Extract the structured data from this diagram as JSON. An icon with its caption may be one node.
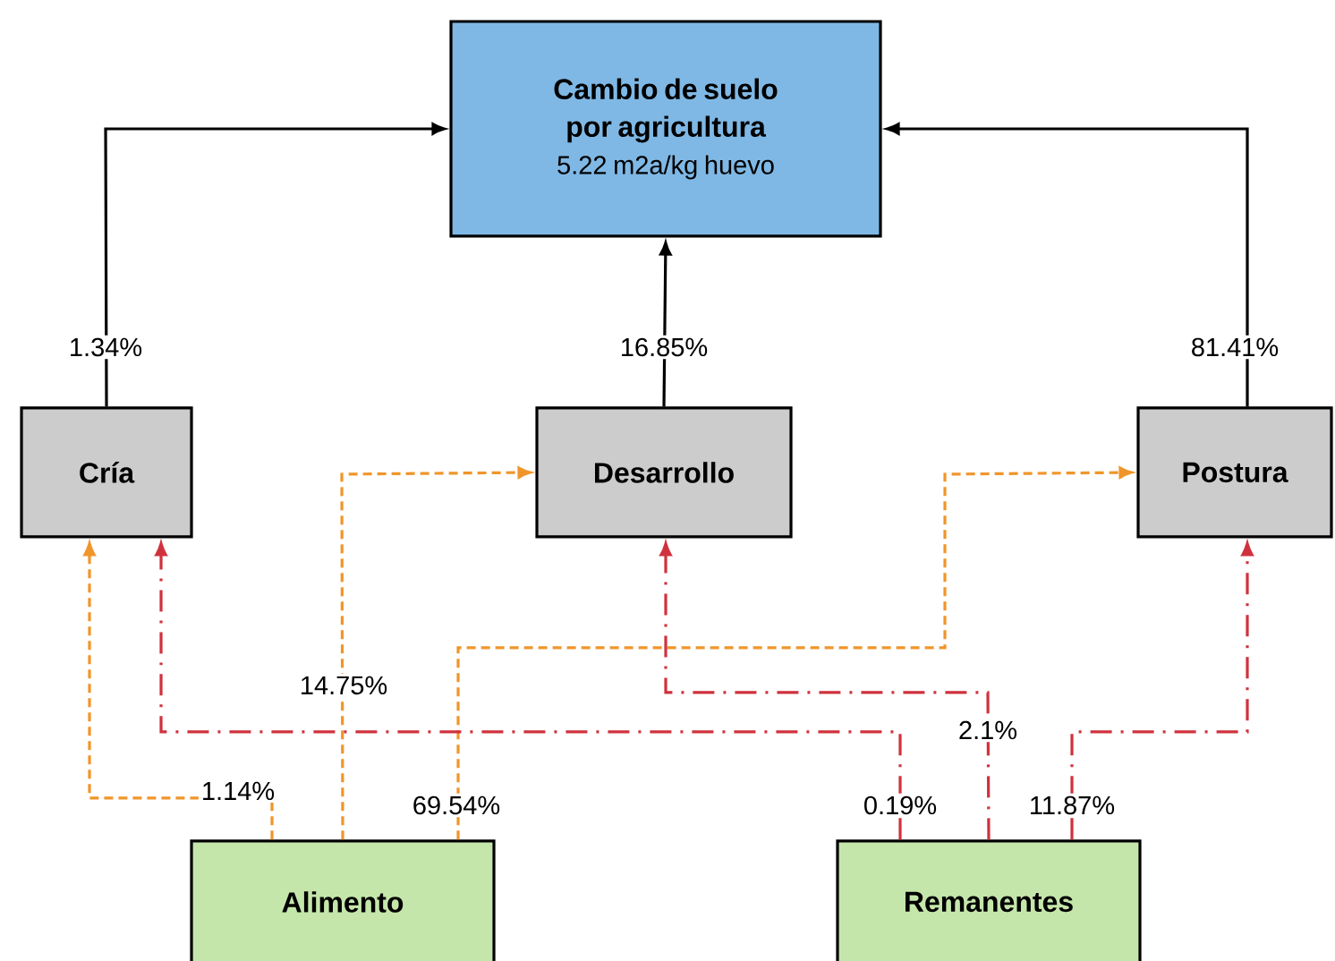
{
  "diagram": {
    "nodes": [
      {
        "text": [
          "Cambio de suelo por agricultura",
          "5.22 m2a/kg huevo"
        ]
      },
      {
        "text": [
          "Cría"
        ]
      },
      {
        "text": [
          "Desarrollo"
        ]
      },
      {
        "text": [
          "Postura"
        ]
      },
      {
        "text": [
          "Alimento"
        ]
      },
      {
        "text": [
          "Remanentes"
        ]
      }
    ],
    "edges": [
      {
        "from": 1,
        "to": 0,
        "arrow": "to",
        "label": "1.34%"
      },
      {
        "from": 2,
        "to": 0,
        "arrow": "to",
        "label": "16.85%"
      },
      {
        "from": 3,
        "to": 0,
        "arrow": "to",
        "label": "81.41%"
      },
      {
        "from": 4,
        "to": 1,
        "arrow": "to",
        "label": "1.14%",
        "style": "dashed",
        "color": "#f0952a"
      },
      {
        "from": 4,
        "to": 2,
        "arrow": "to",
        "label": "14.75%",
        "style": "dashed",
        "color": "#f0952a"
      },
      {
        "from": 4,
        "to": 3,
        "arrow": "to",
        "label": "69.54%",
        "style": "dashed",
        "color": "#f0952a"
      },
      {
        "from": 5,
        "to": 1,
        "arrow": "to",
        "label": "0.19%",
        "style": "dashed",
        "color": "#d0313d"
      },
      {
        "from": 5,
        "to": 2,
        "arrow": "to",
        "label": "2.1%",
        "style": "dashed",
        "color": "#d0313d"
      },
      {
        "from": 5,
        "to": 3,
        "arrow": "to",
        "label": "11.87%",
        "style": "dashed",
        "color": "#d0313d"
      }
    ]
  }
}
